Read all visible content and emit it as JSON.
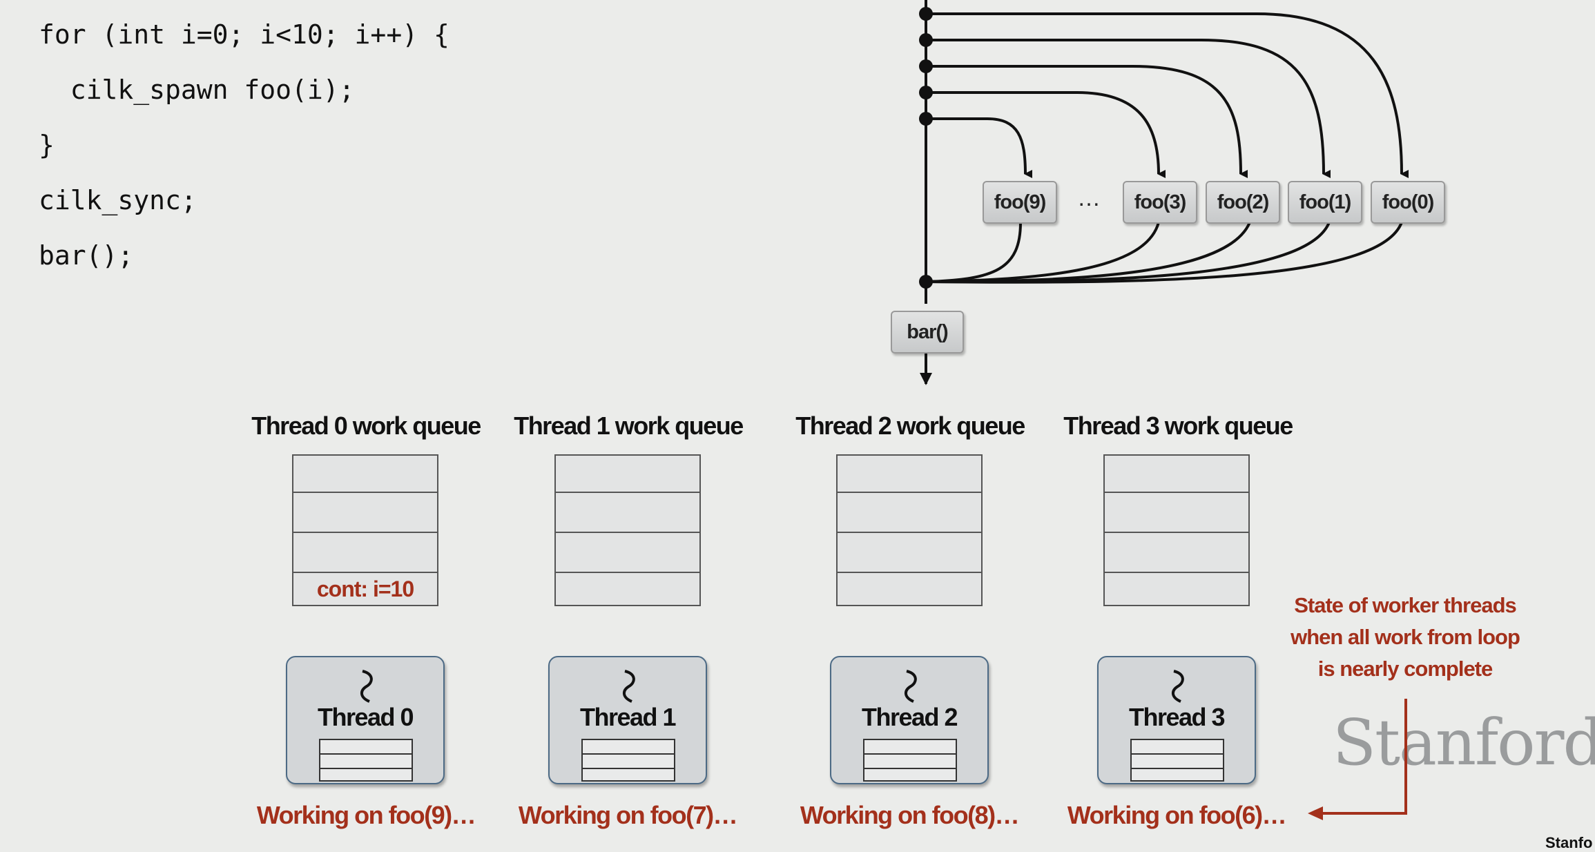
{
  "code": {
    "lines": [
      "for (int i=0; i<10; i++) {",
      "  cilk_spawn foo(i);",
      "}",
      "cilk_sync;",
      "bar();"
    ]
  },
  "graph": {
    "spawned_nodes": [
      "foo(9)",
      "foo(3)",
      "foo(2)",
      "foo(1)",
      "foo(0)"
    ],
    "ellipsis": "…",
    "sync_node": "bar()"
  },
  "queues": [
    {
      "title": "Thread 0 work queue",
      "slots": [
        "",
        "",
        "",
        "cont: i=10"
      ]
    },
    {
      "title": "Thread 1 work queue",
      "slots": [
        "",
        "",
        "",
        ""
      ]
    },
    {
      "title": "Thread 2 work queue",
      "slots": [
        "",
        "",
        "",
        ""
      ]
    },
    {
      "title": "Thread 3 work queue",
      "slots": [
        "",
        "",
        "",
        ""
      ]
    }
  ],
  "threads": [
    {
      "label": "Thread 0",
      "status": "Working on foo(9)…"
    },
    {
      "label": "Thread 1",
      "status": "Working on foo(7)…"
    },
    {
      "label": "Thread 2",
      "status": "Working on foo(8)…"
    },
    {
      "label": "Thread 3",
      "status": "Working on foo(6)…"
    }
  ],
  "annotation": {
    "lines": [
      "State of worker threads",
      "when all work from loop",
      "is nearly complete"
    ]
  },
  "branding": {
    "logo": "Stanford",
    "footer": "Stanfo"
  },
  "colors": {
    "accent_red": "#a3301b",
    "thread_border": "#4c6a85"
  }
}
